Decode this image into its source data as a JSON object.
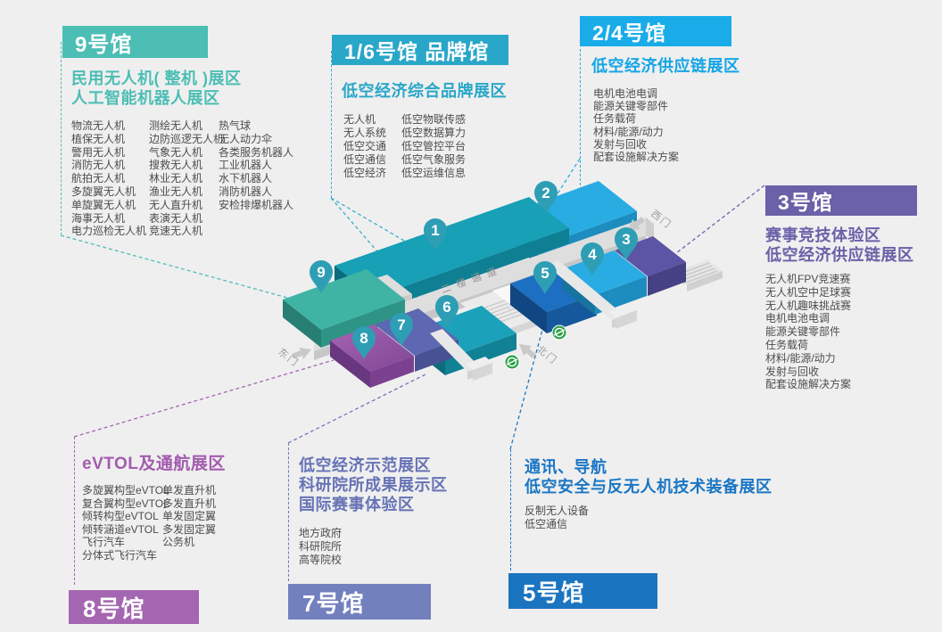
{
  "colors": {
    "hall9_accent": "#4cbeb4",
    "hall16_accent": "#29a7c8",
    "hall24_accent": "#19ace9",
    "hall3_accent": "#6a61a8",
    "hall8_accent": "#a466b0",
    "hall7_accent": "#7280be",
    "hall5_accent": "#1b74c0",
    "pin": "#2e9eb4",
    "metro_green": "#2aa147",
    "background": "#efefef"
  },
  "panels": {
    "hall9": {
      "header": "9号馆",
      "title_lines": [
        "民用无人机( 整机 )展区",
        "人工智能机器人展区"
      ],
      "columns": [
        [
          "物流无人机",
          "植保无人机",
          "警用无人机",
          "消防无人机",
          "航拍无人机",
          "多旋翼无人机",
          "单旋翼无人机",
          "海事无人机",
          "电力巡检无人机"
        ],
        [
          "测绘无人机",
          "边防巡逻无人机",
          "气象无人机",
          "搜救无人机",
          "林业无人机",
          "渔业无人机",
          "无人直升机",
          "表演无人机",
          "竞速无人机"
        ],
        [
          "热气球",
          "无人动力伞",
          "各类服务机器人",
          "工业机器人",
          "水下机器人",
          "消防机器人",
          "安检排爆机器人"
        ]
      ]
    },
    "hall16": {
      "header": "1/6号馆 品牌馆",
      "title_lines": [
        "低空经济综合品牌展区"
      ],
      "columns": [
        [
          "无人机",
          "无人系统",
          "低空交通",
          "低空通信",
          "低空经济"
        ],
        [
          "低空物联传感",
          "低空数据算力",
          "低空管控平台",
          "低空气象服务",
          "低空运维信息"
        ]
      ]
    },
    "hall24": {
      "header": "2/4号馆",
      "title_lines": [
        "低空经济供应链展区"
      ],
      "columns": [
        [
          "电机电池电调",
          "能源关键零部件",
          "任务载荷",
          "材料/能源/动力",
          "发射与回收",
          "配套设施解决方案"
        ]
      ]
    },
    "hall3": {
      "header": "3号馆",
      "title_lines": [
        "赛事竞技体验区",
        "低空经济供应链展区"
      ],
      "columns": [
        [
          "无人机FPV竞速赛",
          "无人机空中足球赛",
          "无人机趣味挑战赛",
          "电机电池电调",
          "能源关键零部件",
          "任务载荷",
          "材料/能源/动力",
          "发射与回收",
          "配套设施解决方案"
        ]
      ]
    },
    "hall8": {
      "header": "8号馆",
      "title_lines": [
        "eVTOL及通航展区"
      ],
      "columns": [
        [
          "多旋翼构型eVTOL",
          "复合翼构型eVTOL",
          "倾转构型eVTOL",
          "倾转涵道eVTOL",
          "飞行汽车",
          "分体式飞行汽车"
        ],
        [
          "单发直升机",
          "多发直升机",
          "单发固定翼",
          "多发固定翼",
          "公务机"
        ]
      ]
    },
    "hall7": {
      "header": "7号馆",
      "title_lines": [
        "低空经济示范展区",
        "科研院所成果展示区",
        "国际赛事体验区"
      ],
      "columns": [
        [
          "地方政府",
          "科研院所",
          "高等院校"
        ]
      ]
    },
    "hall5": {
      "header": "5号馆",
      "title_lines": [
        "通讯、导航",
        "低空安全与反无人机技术装备展区"
      ],
      "columns": [
        [
          "反制无人设备",
          "低空通信"
        ]
      ]
    }
  },
  "map": {
    "pins": [
      "1",
      "2",
      "3",
      "4",
      "5",
      "6",
      "7",
      "8",
      "9"
    ],
    "gates": {
      "east": "东门",
      "north": "北门",
      "west": "西门"
    },
    "corridor_label": "二楼通道"
  }
}
